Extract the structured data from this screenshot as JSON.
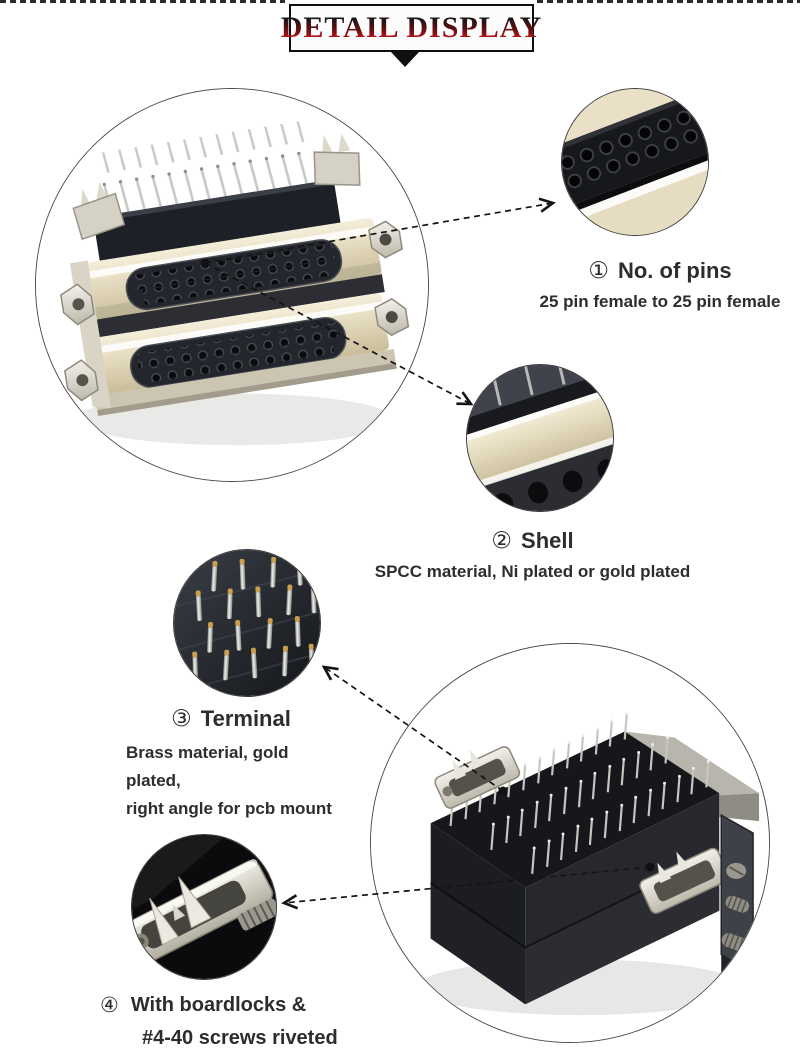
{
  "header": {
    "title": "DETAIL DISPLAY"
  },
  "callouts": {
    "pins": {
      "num": "①",
      "title": "No. of pins",
      "desc": "25 pin female to 25 pin female"
    },
    "shell": {
      "num": "②",
      "title": "Shell",
      "desc": "SPCC material, Ni plated or gold plated"
    },
    "terminal": {
      "num": "③",
      "title": "Terminal",
      "desc_line1": "Brass material, gold plated,",
      "desc_line2": "right angle for pcb mount"
    },
    "boardlock": {
      "num": "④",
      "line1": "With boardlocks &",
      "line2": "#4-40 screws riveted"
    }
  },
  "colors": {
    "accent_red": "#c8141c",
    "text": "#2d2d2d",
    "shell_cream": "#e7ddc2",
    "callout_line": "#141414"
  }
}
